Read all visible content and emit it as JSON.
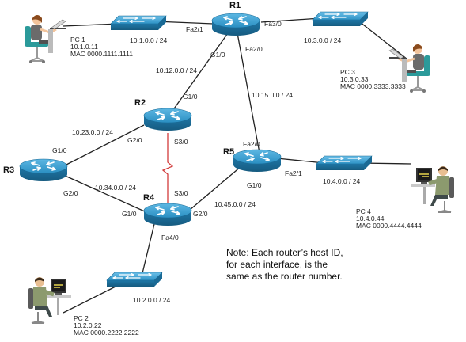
{
  "routers": {
    "r1": {
      "name": "R1"
    },
    "r2": {
      "name": "R2"
    },
    "r3": {
      "name": "R3"
    },
    "r4": {
      "name": "R4"
    },
    "r5": {
      "name": "R5"
    }
  },
  "interfaces": {
    "r1_fa21": "Fa2/1",
    "r1_fa30": "Fa3/0",
    "r1_g10": "G1/0",
    "r1_fa20": "Fa2/0",
    "r2_g10": "G1/0",
    "r2_g20": "G2/0",
    "r2_s30": "S3/0",
    "r3_g10": "G1/0",
    "r3_g20": "G2/0",
    "r4_g10": "G1/0",
    "r4_s30": "S3/0",
    "r4_g20": "G2/0",
    "r4_fa40": "Fa4/0",
    "r5_fa20": "Fa2/0",
    "r5_fa21": "Fa2/1",
    "r5_g10": "G1/0"
  },
  "networks": {
    "n10_1": "10.1.0.0 / 24",
    "n10_3": "10.3.0.0 / 24",
    "n10_12": "10.12.0.0 / 24",
    "n10_15": "10.15.0.0 / 24",
    "n10_23": "10.23.0.0 / 24",
    "n10_34": "10.34.0.0 / 24",
    "n10_45": "10.45.0.0 / 24",
    "n10_4": "10.4.0.0 / 24",
    "n10_2": "10.2.0.0 / 24"
  },
  "pcs": {
    "pc1": {
      "name": "PC 1",
      "ip": "10.1.0.11",
      "mac": "MAC 0000.1111.1111"
    },
    "pc2": {
      "name": "PC 2",
      "ip": "10.2.0.22",
      "mac": "MAC 0000.2222.2222"
    },
    "pc3": {
      "name": "PC 3",
      "ip": "10.3.0.33",
      "mac": "MAC 0000.3333.3333"
    },
    "pc4": {
      "name": "PC 4",
      "ip": "10.4.0.44",
      "mac": "MAC 0000.4444.4444"
    }
  },
  "note": {
    "line1": "Note: Each router’s host ID,",
    "line2": "for each interface,  is the",
    "line3": "same as the router number."
  },
  "colors": {
    "device_blue": "#2a8fc2",
    "device_dark": "#1c6e99",
    "link": "#222222",
    "serial": "#d23b3b"
  }
}
